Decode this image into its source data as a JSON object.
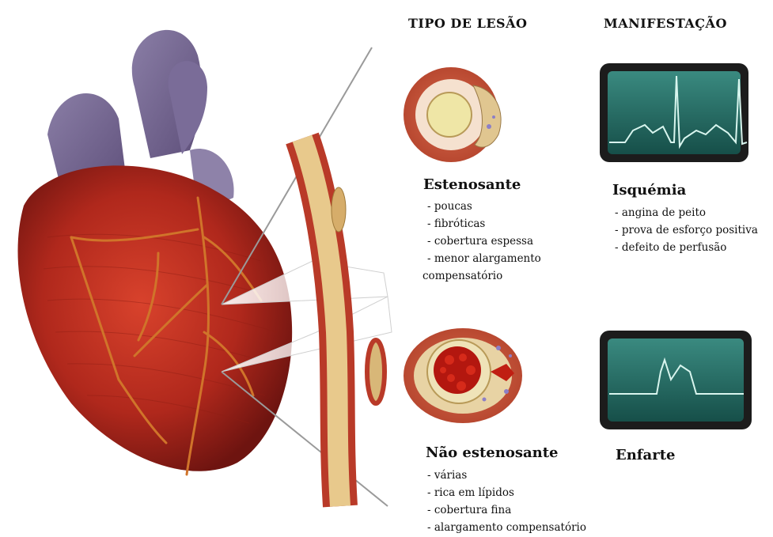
{
  "headers": {
    "lesion_type": "TIPO DE LESÃO",
    "manifestation": "MANIFESTAÇÃO"
  },
  "stenosing": {
    "title": "Estenosante",
    "items": [
      "- poucas",
      "- fibróticas",
      "- cobertura espessa",
      "- menor alargamento"
    ],
    "continuation": "compensatório"
  },
  "non_stenosing": {
    "title": "Não estenosante",
    "items": [
      "- várias",
      "- rica em lípidos",
      "- cobertura fina",
      "- alargamento compensatório"
    ]
  },
  "ischemia": {
    "title": "Isquémia",
    "items": [
      "- angina de peito",
      "- prova de esforço positiva",
      "- defeito de perfusão"
    ]
  },
  "infarct": {
    "title": "Enfarte"
  },
  "colors": {
    "heart_red": "#b0281c",
    "artery_wall": "#c84a30",
    "plaque": "#e6c98a",
    "monitor_frame": "#1c1c1c",
    "monitor_screen": "#1f6f66",
    "trace": "#d8f5ee"
  }
}
